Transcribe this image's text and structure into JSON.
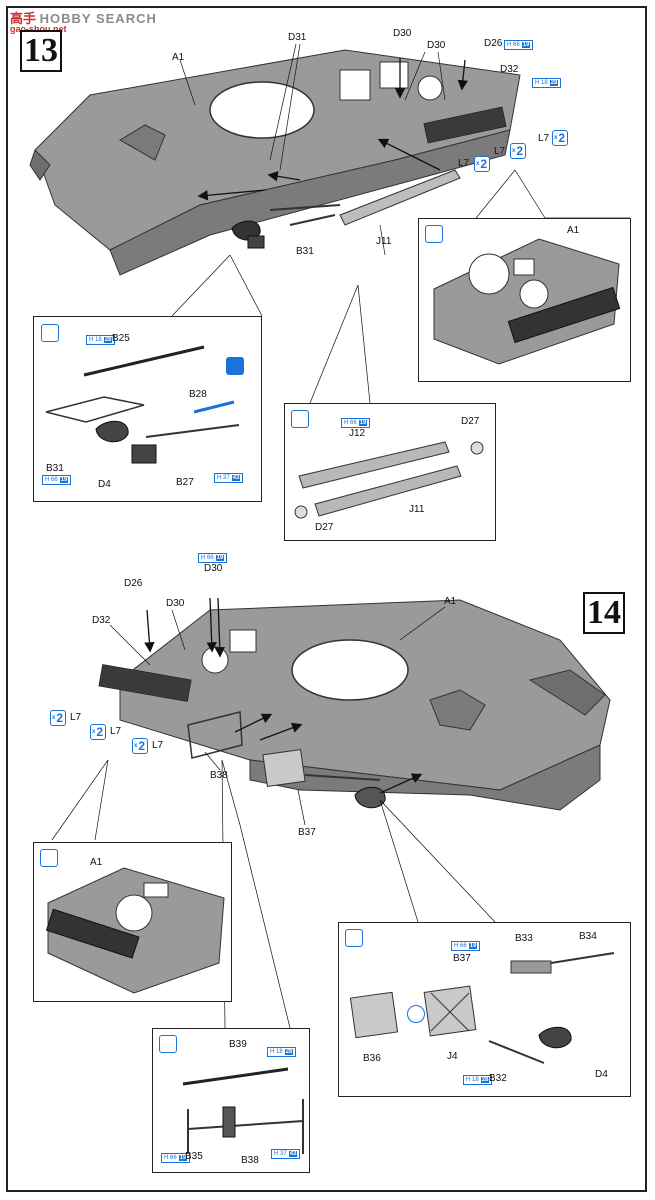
{
  "watermark": {
    "part1": "高手",
    "part2": "HOBBY SEARCH",
    "sub": "gao-shou.net"
  },
  "steps": {
    "step13": "13",
    "step14": "14"
  },
  "labels13": {
    "A1": "A1",
    "D31": "D31",
    "D30a": "D30",
    "D30b": "D30",
    "D26": "D26",
    "D32": "D32",
    "L7a": "L7",
    "L7b": "L7",
    "L7c": "L7",
    "J11": "J11",
    "B31": "B31"
  },
  "detailLeft": {
    "B25": "B25",
    "B28": "B28",
    "B31": "B31",
    "D4": "D4",
    "B27": "B27"
  },
  "detailMid": {
    "J12": "J12",
    "D27a": "D27",
    "D27b": "D27",
    "J11": "J11"
  },
  "detailRight13": {
    "A1": "A1"
  },
  "labels14": {
    "D26": "D26",
    "D30a": "D30",
    "D30b": "D30",
    "D32": "D32",
    "A1": "A1",
    "L7a": "L7",
    "L7b": "L7",
    "L7c": "L7",
    "B38": "B38",
    "B37": "B37"
  },
  "detailLeft14": {
    "A1": "A1"
  },
  "detailBottom": {
    "B39": "B39",
    "B35": "B35",
    "B38": "B38"
  },
  "detailRight14": {
    "B33": "B33",
    "B34": "B34",
    "B37": "B37",
    "B36": "B36",
    "J4": "J4",
    "B32": "B32",
    "D4": "D4"
  },
  "sprues": {
    "h66": "H",
    "h66n": "66",
    "h66v": "19",
    "h18": "H",
    "h18n": "18",
    "h18v": "28",
    "h37": "H",
    "h37n": "37",
    "h37v": "43"
  },
  "multiplier": {
    "x": "x",
    "n": "2"
  },
  "colors": {
    "accent": "#1a73d9",
    "hull": "#8c8c8c",
    "hullDark": "#6a6a6a",
    "hullLight": "#b5b5b5"
  }
}
